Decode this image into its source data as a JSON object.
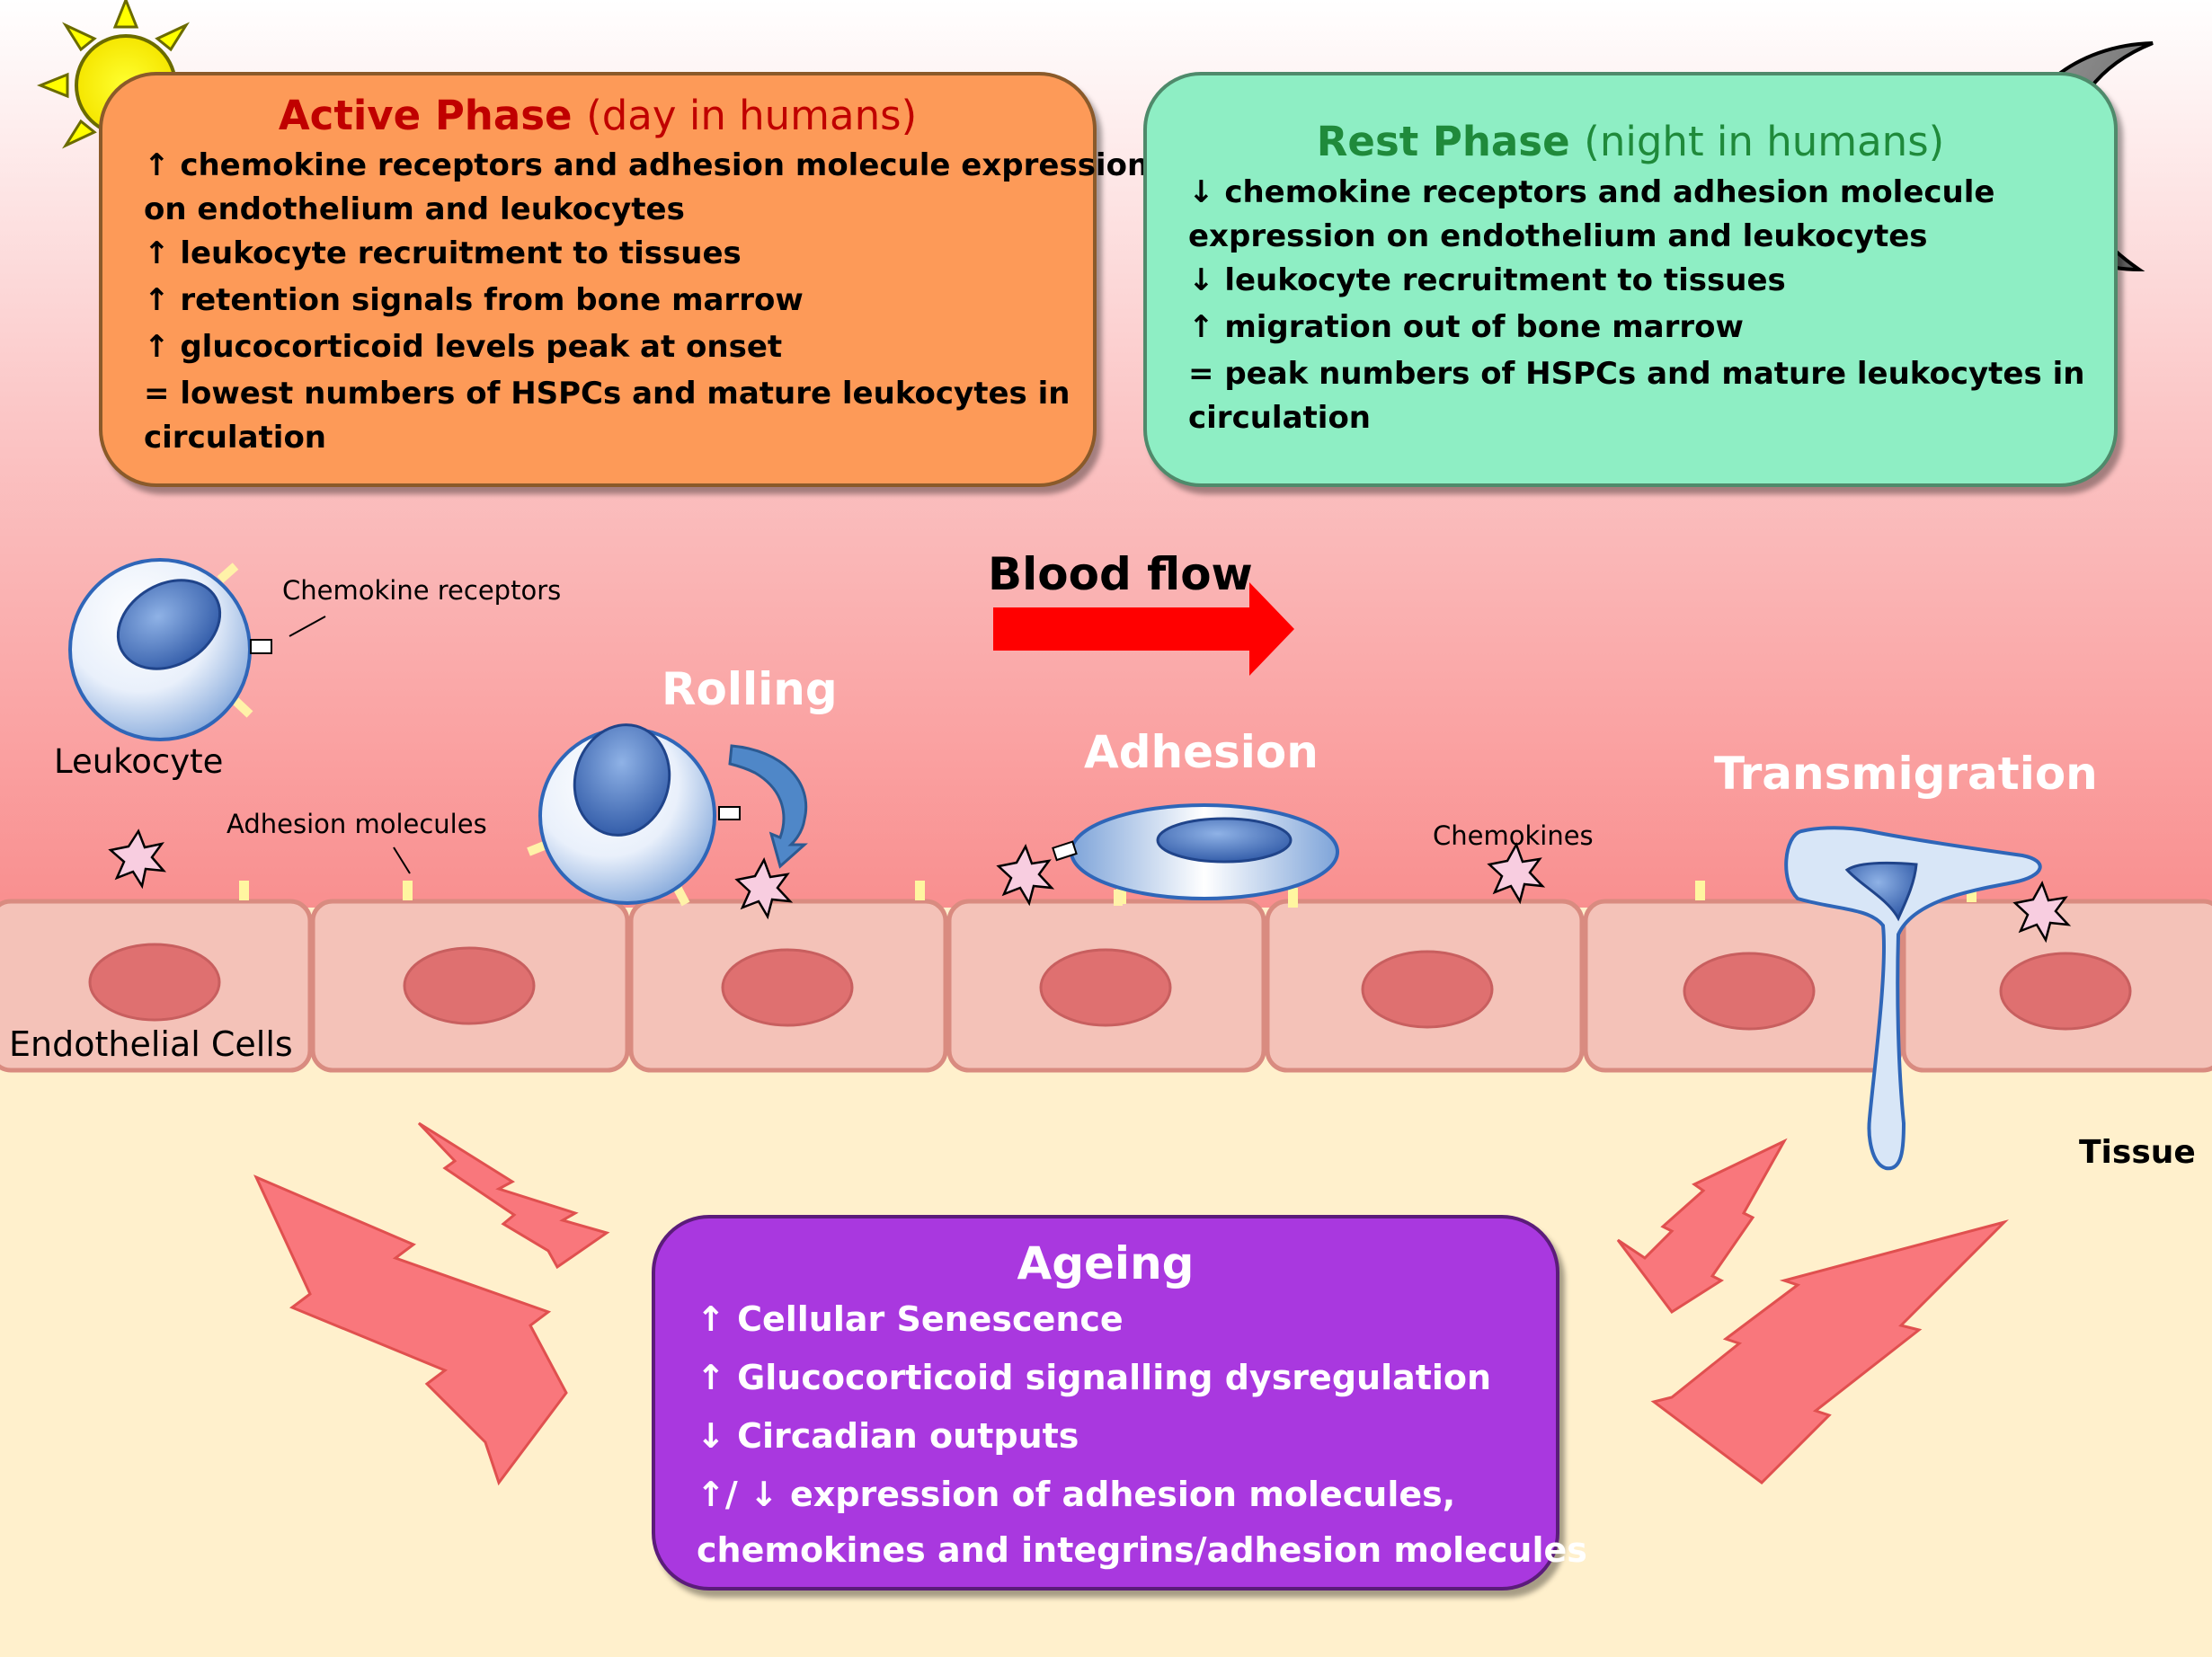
{
  "labels": {
    "chemokine_receptors": "Chemokine receptors",
    "leukocyte": "Leukocyte",
    "adhesion_molecules": "Adhesion molecules",
    "endothelial_cells": "Endothelial Cells",
    "blood_flow": "Blood flow",
    "rolling": "Rolling",
    "adhesion": "Adhesion",
    "chemokines": "Chemokines",
    "transmigration": "Transmigration",
    "tissue": "Tissue"
  },
  "active_phase": {
    "title": "Active Phase",
    "subtitle": "(day in humans)",
    "lines": [
      "↑ chemokine receptors and adhesion molecule expression",
      "on endothelium and leukocytes",
      "↑ leukocyte recruitment to tissues",
      "↑ retention signals from bone marrow",
      "↑ glucocorticoid levels peak at onset",
      "= lowest numbers of HSPCs and mature leukocytes in",
      "circulation"
    ]
  },
  "rest_phase": {
    "title": "Rest Phase",
    "subtitle": "(night in humans)",
    "lines": [
      "↓ chemokine receptors and adhesion molecule",
      "expression on endothelium and leukocytes",
      "↓  leukocyte recruitment to tissues",
      "↑ migration out of bone marrow",
      "= peak numbers of HSPCs and mature leukocytes in",
      "circulation"
    ]
  },
  "ageing": {
    "title": "Ageing",
    "lines": [
      "↑ Cellular Senescence",
      "↑ Glucocorticoid signalling dysregulation",
      "↓ Circadian outputs",
      "↑/ ↓ expression of adhesion molecules,",
      "chemokines and integrins/adhesion molecules"
    ]
  },
  "colors": {
    "sky_top": "#ffffff",
    "sky_bottom": "#f98f8f",
    "tissue": "#fff0cc",
    "active_box": "#fd9a58",
    "active_title": "#c00000",
    "rest_box": "#8eeec4",
    "rest_title": "#1f8a3b",
    "ageing_box": "#a938df",
    "endothelial_cell": "#f4c2b8",
    "nucleus": "#df7070",
    "arrow": "#ff0000",
    "lightning": "#f9777c",
    "leukocyte_nucleus": "#3d6ab5"
  },
  "icons": {
    "sun": "sun-icon",
    "moon": "crescent-moon-icon"
  }
}
